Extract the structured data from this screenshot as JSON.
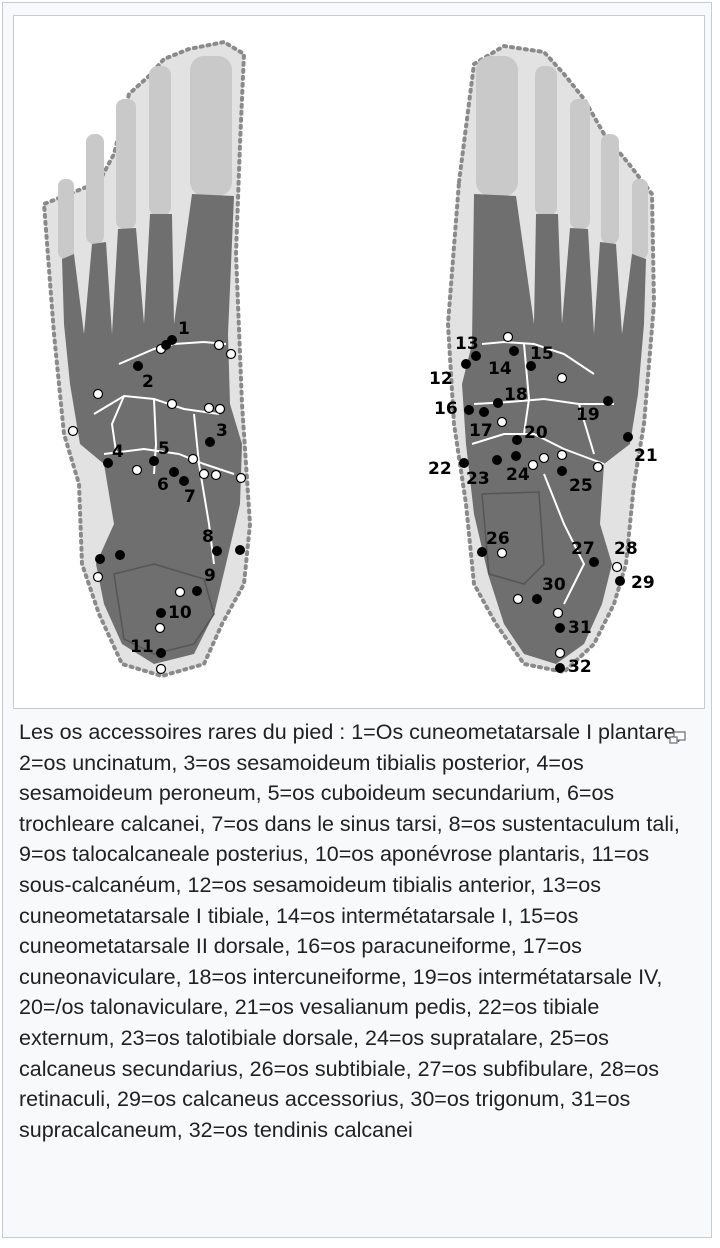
{
  "caption": {
    "text": "Les os accessoires rares du pied : 1=Os cuneometatarsale I plantare, 2=os uncinatum, 3=os sesamoideum tibialis posterior, 4=os sesamoideum peroneum, 5=os cuboideum secundarium, 6=os trochleare calcanei, 7=os dans le sinus tarsi, 8=os sustentaculum tali, 9=os talocalcaneale posterius, 10=os aponévrose plantaris, 11=os sous-calcanéum, 12=os sesamoideum tibialis anterior, 13=os cuneometatarsale I tibiale, 14=os intermétatarsale I, 15=os cuneometatarsale II dorsale, 16=os paracuneiforme, 17=os cuneonaviculare, 18=os intercuneiforme, 19=os intermétatarsale IV, 20=/os talonaviculare, 21=os vesalianum pedis, 22=os tibiale externum, 23=os talotibiale dorsale, 24=os supratalare, 25=os calcaneus secundarius, 26=os subtibiale, 27=os subfibulare, 28=os retinaculi, 29=os calcaneus accessorius, 30=os trigonum, 31=os supracalcaneum, 32=os tendinis calcanei",
    "magnify_icon": "magnify-icon"
  },
  "diagram": {
    "colors": {
      "skin": "#e2e2e2",
      "bone": "#6f6f6f",
      "phalanx": "#c9c9c9",
      "outline": "#8a8a8a",
      "marker": "#000000"
    },
    "labels": {
      "l1": "1",
      "l2": "2",
      "l3": "3",
      "l4": "4",
      "l5": "5",
      "l6": "6",
      "l7": "7",
      "l8": "8",
      "l9": "9",
      "l10": "10",
      "l11": "11",
      "l12": "12",
      "l13": "13",
      "l14": "14",
      "l15": "15",
      "l16": "16",
      "l17": "17",
      "l18": "18",
      "l19": "19",
      "l20": "20",
      "l21": "21",
      "l22": "22",
      "l23": "23",
      "l24": "24",
      "l25": "25",
      "l26": "26",
      "l27": "27",
      "l28": "28",
      "l29": "29",
      "l30": "30",
      "l31": "31",
      "l32": "32"
    }
  }
}
